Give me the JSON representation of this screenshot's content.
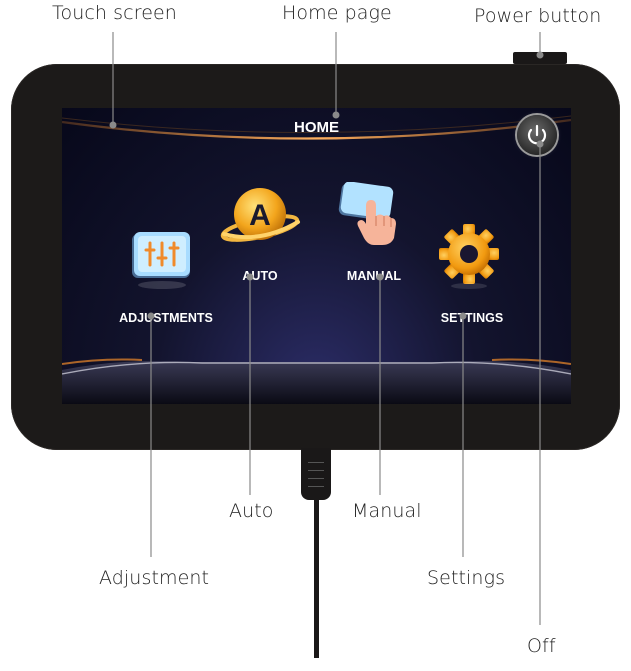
{
  "callouts": {
    "touch_screen": "Touch screen",
    "home_page": "Home page",
    "power_button": "Power button",
    "auto": "Auto",
    "manual": "Manual",
    "adjustment": "Adjustment",
    "settings": "Settings",
    "off": "Off"
  },
  "screen": {
    "title": "HOME",
    "menu": {
      "adjustments": "ADJUSTMENTS",
      "auto": "AUTO",
      "manual": "MANUAL",
      "settings": "SETTINGS"
    }
  },
  "icons": {
    "adjustments": "sliders-icon",
    "auto": "auto-a-orbit-icon",
    "manual": "hand-tap-icon",
    "settings": "gear-icon",
    "off": "power-icon"
  },
  "colors": {
    "device_body": "#1c1a19",
    "screen_bg": "#0b0c22",
    "accent_glow": "#f08a2a",
    "callout_line": "#888888",
    "text": "#222222"
  }
}
